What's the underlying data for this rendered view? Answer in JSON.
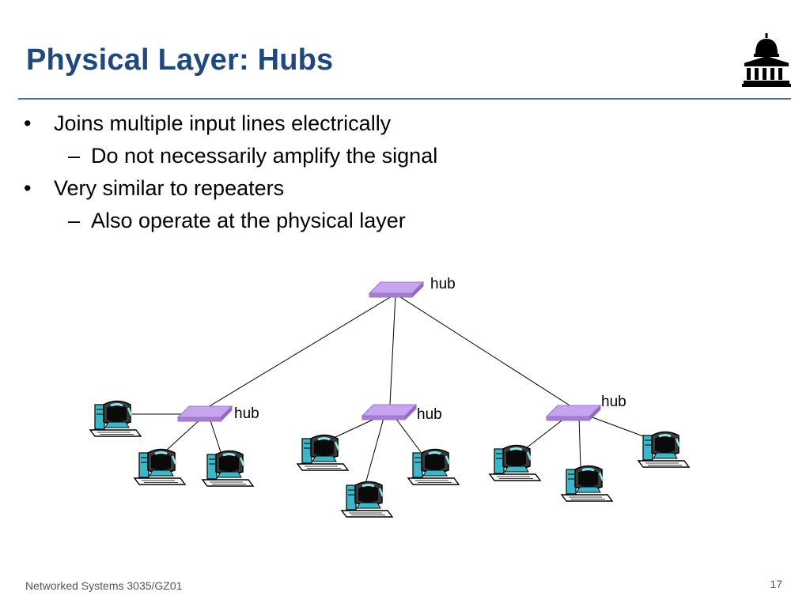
{
  "slide": {
    "title": "Physical Layer: Hubs",
    "bullets": [
      {
        "text": "Joins multiple input lines electrically",
        "sub": "Do not necessarily amplify the signal"
      },
      {
        "text": "Very similar to repeaters",
        "sub": "Also operate at the physical layer"
      }
    ],
    "bullet_glyph": "•",
    "sub_glyph": "–"
  },
  "diagram": {
    "hub_label": "hub",
    "hub_color": "#b088d8",
    "link_color": "#000000"
  },
  "footer": {
    "course": "Networked Systems 3035/GZ01",
    "page": "17"
  },
  "colors": {
    "title": "#1f497d",
    "rule": "#4f6f9a"
  }
}
